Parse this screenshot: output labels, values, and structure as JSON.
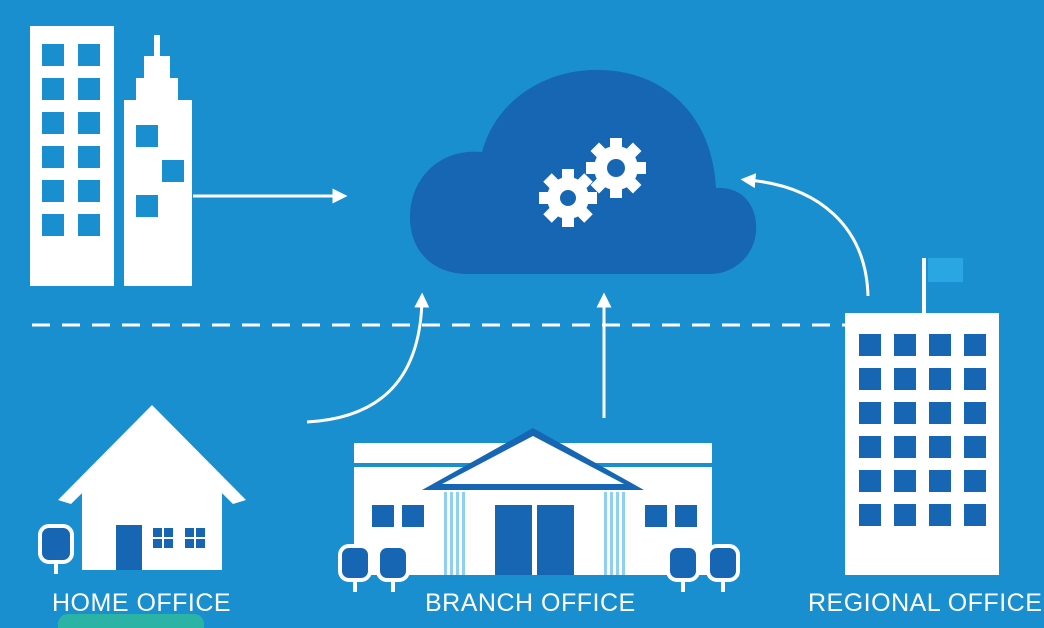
{
  "labels": {
    "home_office": "HOME OFFICE",
    "branch_office": "BRANCH OFFICE",
    "regional_office": "REGIONAL OFFICE"
  },
  "colors": {
    "background": "#1a8fd0",
    "cloud": "#1766b3",
    "building": "#ffffff",
    "window": "#1a8fd0",
    "door": "#1766b3",
    "flag": "#2aa7e2",
    "accent_tab": "#2bb3a6"
  },
  "icons": [
    "office-towers-icon",
    "cloud-gears-icon",
    "house-icon",
    "branch-building-icon",
    "regional-building-icon",
    "flag-icon",
    "tree-icon",
    "arrow-icon"
  ]
}
